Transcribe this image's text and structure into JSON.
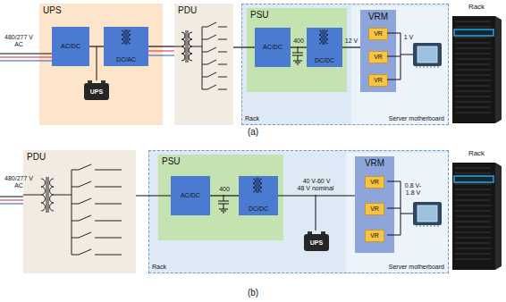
{
  "diagram": {
    "nodes": [
      {
        "text": [
          "UPS"
        ]
      },
      {
        "text": [
          "AC/DC"
        ],
        "in": 0
      },
      {
        "text": [
          "DC/AC"
        ],
        "in": 0
      },
      {
        "text": [
          "UPS"
        ],
        "in": 0
      },
      {
        "text": [
          "PDU"
        ]
      },
      {
        "text": [
          "Rack"
        ]
      },
      {
        "text": [
          "PSU"
        ],
        "in": 5
      },
      {
        "text": [
          "AC/DC"
        ],
        "in": 6
      },
      {
        "text": [
          "DC/DC"
        ],
        "in": 6
      },
      {
        "text": [
          "Server motherboard"
        ],
        "in": 5
      },
      {
        "text": [
          "VRM"
        ],
        "in": 9
      },
      {
        "text": [
          "VR"
        ],
        "in": 10
      },
      {
        "text": [
          "VR"
        ],
        "in": 10
      },
      {
        "text": [
          "VR"
        ],
        "in": 10
      },
      {
        "text": [
          "PDU"
        ]
      },
      {
        "text": [
          "Rack"
        ]
      },
      {
        "text": [
          "PSU"
        ],
        "in": 15
      },
      {
        "text": [
          "AC/DC"
        ],
        "in": 16
      },
      {
        "text": [
          "DC/DC"
        ],
        "in": 16
      },
      {
        "text": [
          "UPS"
        ],
        "in": 15
      },
      {
        "text": [
          "Server motherboard"
        ],
        "in": 15
      },
      {
        "text": [
          "VRM"
        ],
        "in": 20
      },
      {
        "text": [
          "VR"
        ],
        "in": 21
      },
      {
        "text": [
          "VR"
        ],
        "in": 21
      },
      {
        "text": [
          "VR"
        ],
        "in": 21
      }
    ],
    "edges": [
      {
        "from": 1,
        "to": 2,
        "arrow": "none"
      },
      {
        "from": 2,
        "to": 4,
        "arrow": "none"
      },
      {
        "from": 4,
        "to": 7,
        "arrow": "none"
      },
      {
        "from": 7,
        "to": 8,
        "arrow": "none",
        "label": "400"
      },
      {
        "from": 8,
        "to": 10,
        "arrow": "none",
        "label": "12 V"
      },
      {
        "from": 14,
        "to": 17,
        "arrow": "none"
      },
      {
        "from": 17,
        "to": 18,
        "arrow": "none",
        "label": "400"
      },
      {
        "from": 18,
        "to": 21,
        "arrow": "none",
        "label": "40 V-60 V"
      }
    ],
    "labels": [
      "480/277 V AC",
      "1 V",
      "Rack",
      "(a)",
      "480/277 V AC",
      "48 V nominal",
      "0.8 V- 1.8 V",
      "Rack",
      "(b)"
    ]
  }
}
